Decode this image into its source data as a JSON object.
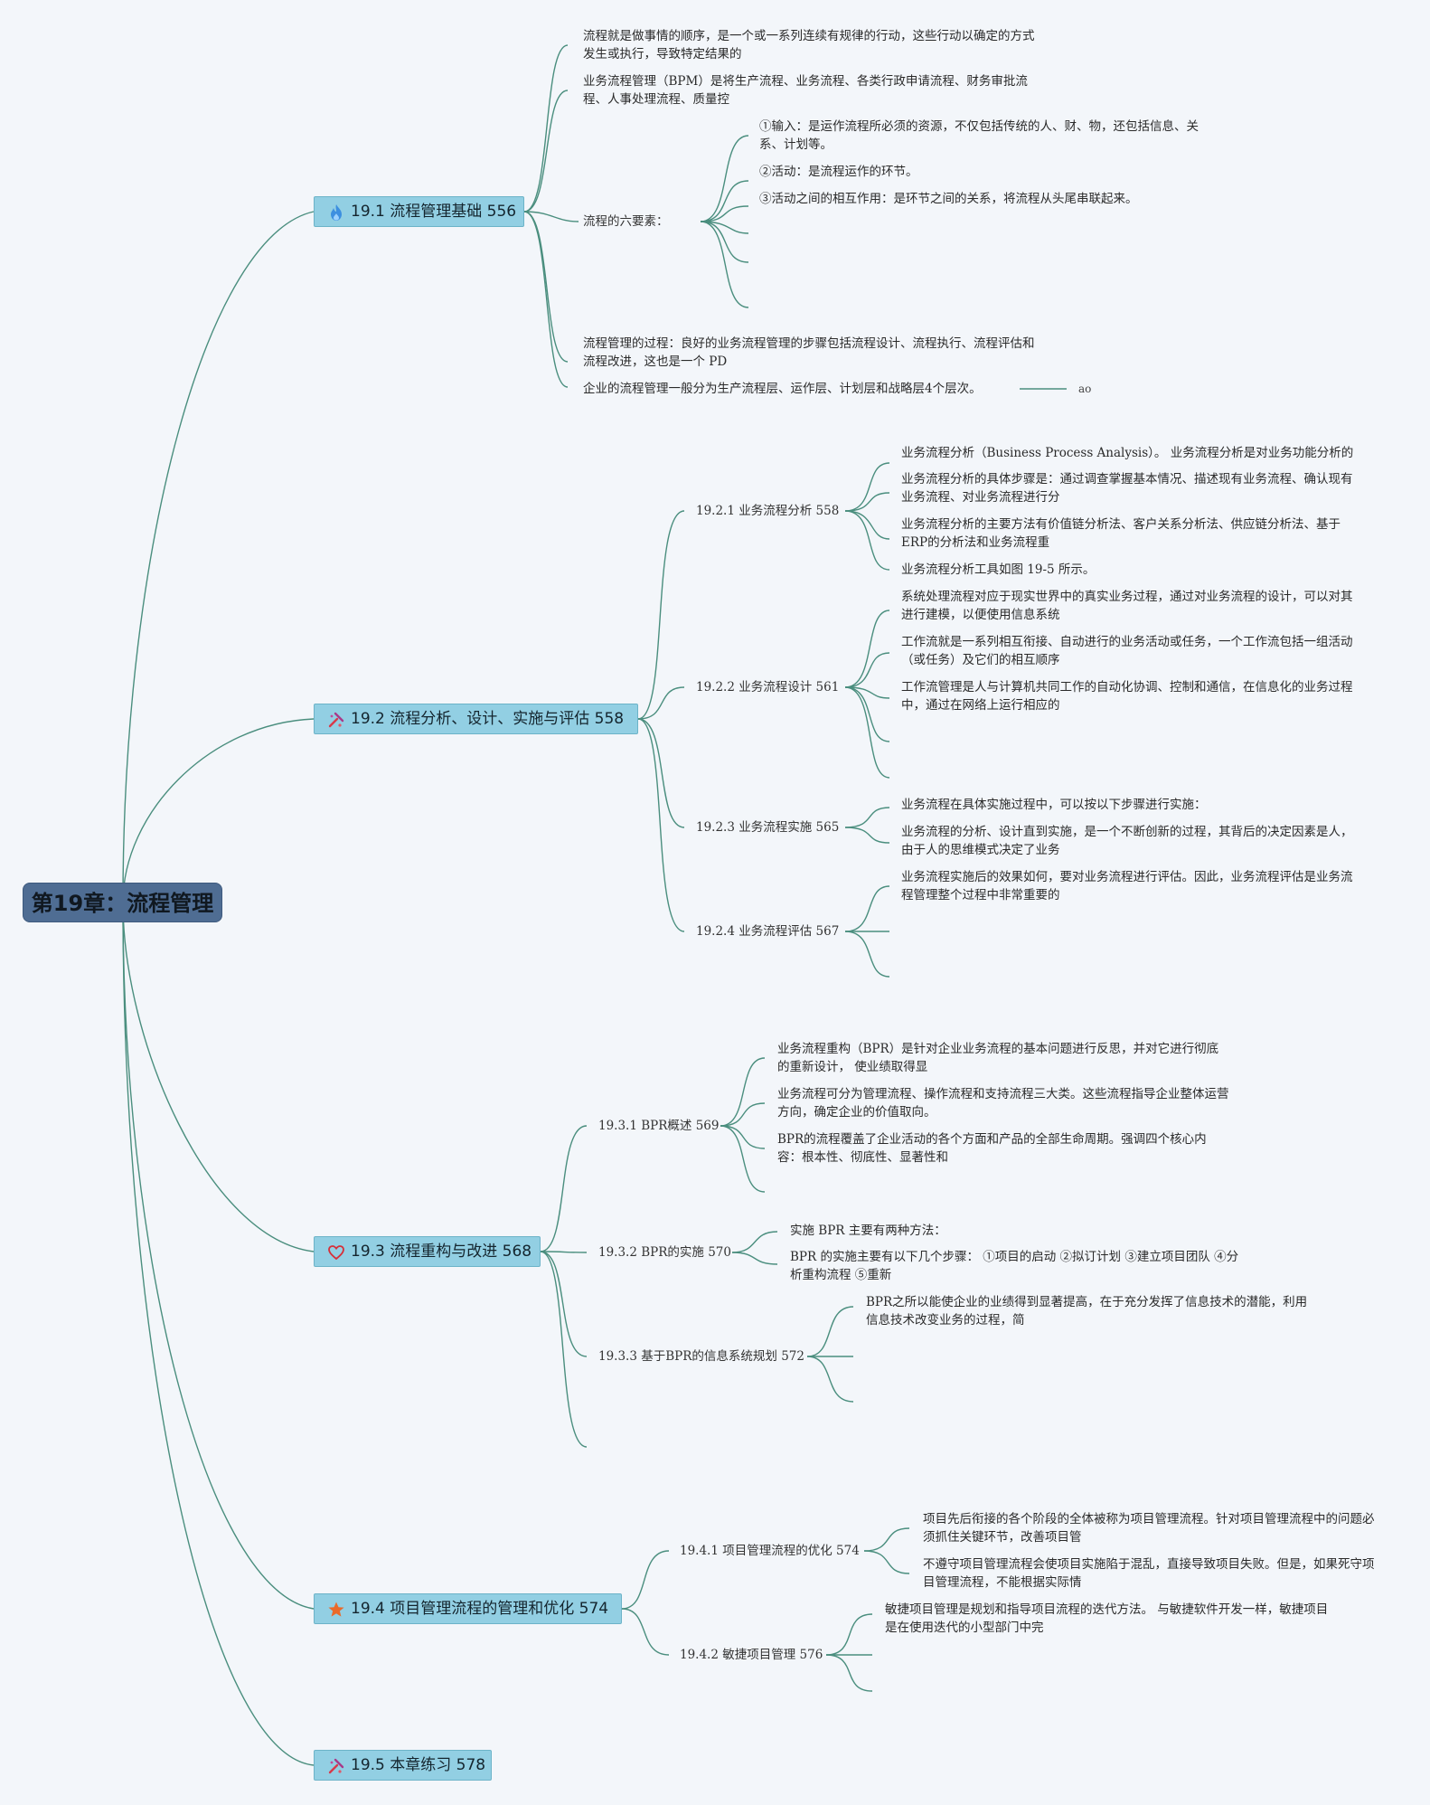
{
  "root": {
    "label": "第19章：流程管理"
  },
  "topics": [
    {
      "label": "19.1 流程管理基础 556",
      "icon": "fire-icon",
      "items": [
        "流程就是做事情的顺序，是一个或一系列连续有规律的行动，这些行动以确定的方式发生或执行，导致特定结果的",
        "业务流程管理（BPM）是将生产流程、业务流程、各类行政申请流程、财务审批流程、人事处理流程、质量控",
        "流程的六要素：￼",
        "流程管理的过程：良好的业务流程管理的步骤包括流程设计、流程执行、流程评估和流程改进，这也是一个 PD",
        "企业的流程管理一般分为生产流程层、运作层、计划层和战略层4个层次。￼"
      ],
      "six_elements": [
        "①输入：是运作流程所必须的资源，不仅包括传统的人、财、物，还包括信息、关系、计划等。",
        "②活动：是流程运作的环节。",
        "③活动之间的相互作用：是环节之间的关系，将流程从头尾串联起来。"
      ],
      "extra_label": "ao"
    },
    {
      "label": "19.2 流程分析、设计、实施与评估 558",
      "icon": "tools-icon",
      "subs": [
        {
          "label": "19.2.1 业务流程分析 558",
          "items": [
            "业务流程分析（Business Process Analysis）。 业务流程分析是对业务功能分析的",
            "业务流程分析的具体步骤是：通过调查掌握基本情况、描述现有业务流程、确认现有业务流程、对业务流程进行分",
            "业务流程分析的主要方法有价值链分析法、客户关系分析法、供应链分析法、基于 ERP的分析法和业务流程重",
            "业务流程分析工具如图 19-5 所示。￼"
          ]
        },
        {
          "label": "19.2.2 业务流程设计 561",
          "items": [
            "系统处理流程对应于现实世界中的真实业务过程，通过对业务流程的设计，可以对其进行建模，以便使用信息系统",
            "工作流就是一系列相互衔接、自动进行的业务活动或任务，一个工作流包括一组活动（或任务）及它们的相互顺序",
            "工作流管理是人与计算机共同工作的自动化协调、控制和通信，在信息化的业务过程中，通过在网络上运行相应的"
          ]
        },
        {
          "label": "19.2.3 业务流程实施 565",
          "items": [
            "业务流程在具体实施过程中，可以按以下步骤进行实施：",
            "业务流程的分析、设计直到实施，是一个不断创新的过程，其背后的决定因素是人，由于人的思维模式决定了业务"
          ]
        },
        {
          "label": "19.2.4 业务流程评估 567",
          "items": [
            "业务流程实施后的效果如何，要对业务流程进行评估。因此，业务流程评估是业务流程管理整个过程中非常重要的"
          ]
        }
      ]
    },
    {
      "label": "19.3 流程重构与改进 568",
      "icon": "heart-icon",
      "subs": [
        {
          "label": "19.3.1 BPR概述 569",
          "items": [
            "业务流程重构（BPR）是针对企业业务流程的基本问题进行反思，并对它进行彻底的重新设计， 使业绩取得显",
            "业务流程可分为管理流程、操作流程和支持流程三大类。这些流程指导企业整体运营方向，确定企业的价值取向。",
            "BPR的流程覆盖了企业活动的各个方面和产品的全部生命周期。强调四个核心内容：根本性、彻底性、显著性和"
          ]
        },
        {
          "label": "19.3.2 BPR的实施 570",
          "items": [
            "实施 BPR 主要有两种方法：",
            "BPR 的实施主要有以下几个步骤： ①项目的启动 ②拟订计划 ③建立项目团队 ④分析重构流程 ⑤重新"
          ]
        },
        {
          "label": "19.3.3 基于BPR的信息系统规划 572",
          "items": [
            "BPR之所以能使企业的业绩得到显著提高，在于充分发挥了信息技术的潜能，利用信息技术改变业务的过程，简"
          ]
        }
      ]
    },
    {
      "label": "19.4 项目管理流程的管理和优化 574",
      "icon": "star-icon",
      "subs": [
        {
          "label": "19.4.1 项目管理流程的优化 574",
          "items": [
            "项目先后衔接的各个阶段的全体被称为项目管理流程。针对项目管理流程中的问题必须抓住关键环节，改善项目管",
            "不遵守项目管理流程会使项目实施陷于混乱，直接导致项目失败。但是，如果死守项目管理流程，不能根据实际情"
          ]
        },
        {
          "label": "19.4.2 敏捷项目管理 576",
          "items": [
            "敏捷项目管理是规划和指导项目流程的迭代方法。 与敏捷软件开发一样，敏捷项目是在使用迭代的小型部门中完"
          ]
        }
      ]
    },
    {
      "label": "19.5 本章练习 578",
      "icon": "tools-icon"
    }
  ]
}
